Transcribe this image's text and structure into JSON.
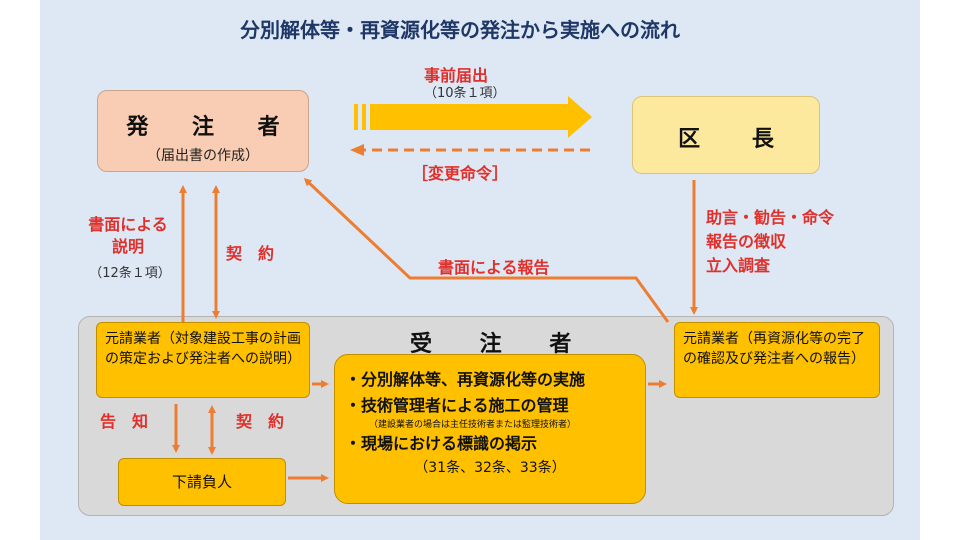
{
  "title": "分別解体等・再資源化等の発注から実施への流れ",
  "hachusha": {
    "name": "発 注 者",
    "sub": "（届出書の作成）"
  },
  "kucho": {
    "name": "区 長"
  },
  "arrows": {
    "todokede": "事前届出",
    "todokede_ref": "（10条１項）",
    "henkou": "［変更命令］",
    "shomen_setsumei_1": "書面による",
    "shomen_setsumei_2": "説明",
    "setsumei_ref": "（12条１項）",
    "keiyaku_top": "契　約",
    "shomen_houkoku": "書面による報告",
    "jogen_1": "助言・勧告・命令",
    "jogen_2": "報告の徴収",
    "jogen_3": "立入調査",
    "kokuchi": "告　知",
    "keiyaku_bottom": "契　約"
  },
  "jucyusha": {
    "label": "受 注 者",
    "motouke_left": "元請業者（対象建設工事の計画の策定および発注者への説明）",
    "motouke_right": "元請業者（再資源化等の完了の確認及び発注者への報告）",
    "shitauke": "下請負人",
    "tasks": {
      "item1": "・分別解体等、再資源化等の実施",
      "item2": "・技術管理者による施工の管理",
      "item2_note": "（建設業者の場合は主任技術者または監理技術者）",
      "item3": "・現場における標識の掲示",
      "law": "（31条、32条、33条）"
    }
  },
  "colors": {
    "arrow_orange": "#ed7d31",
    "arrow_yellow": "#ffc000",
    "red_text": "#e0302c",
    "title_navy": "#1f3766"
  }
}
